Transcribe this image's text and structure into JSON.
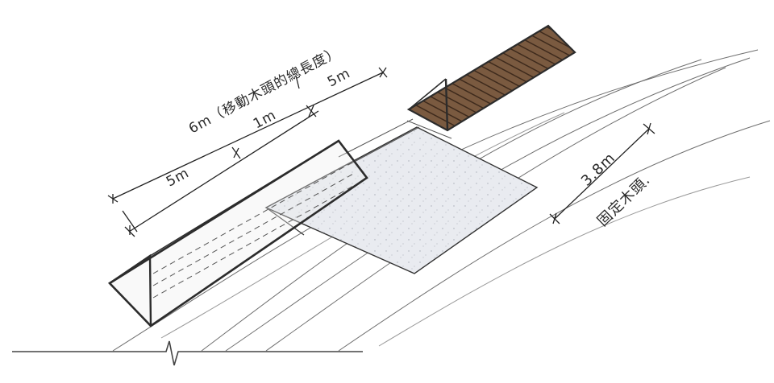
{
  "annotations": {
    "movable_dock_total": "6m（移動木頭的總長度）",
    "segment_upper": "5m",
    "segment_mid": "1m",
    "segment_lower": "5m",
    "fixed_dock": "3.8m",
    "fixed_dock_label": "固定木頭."
  }
}
